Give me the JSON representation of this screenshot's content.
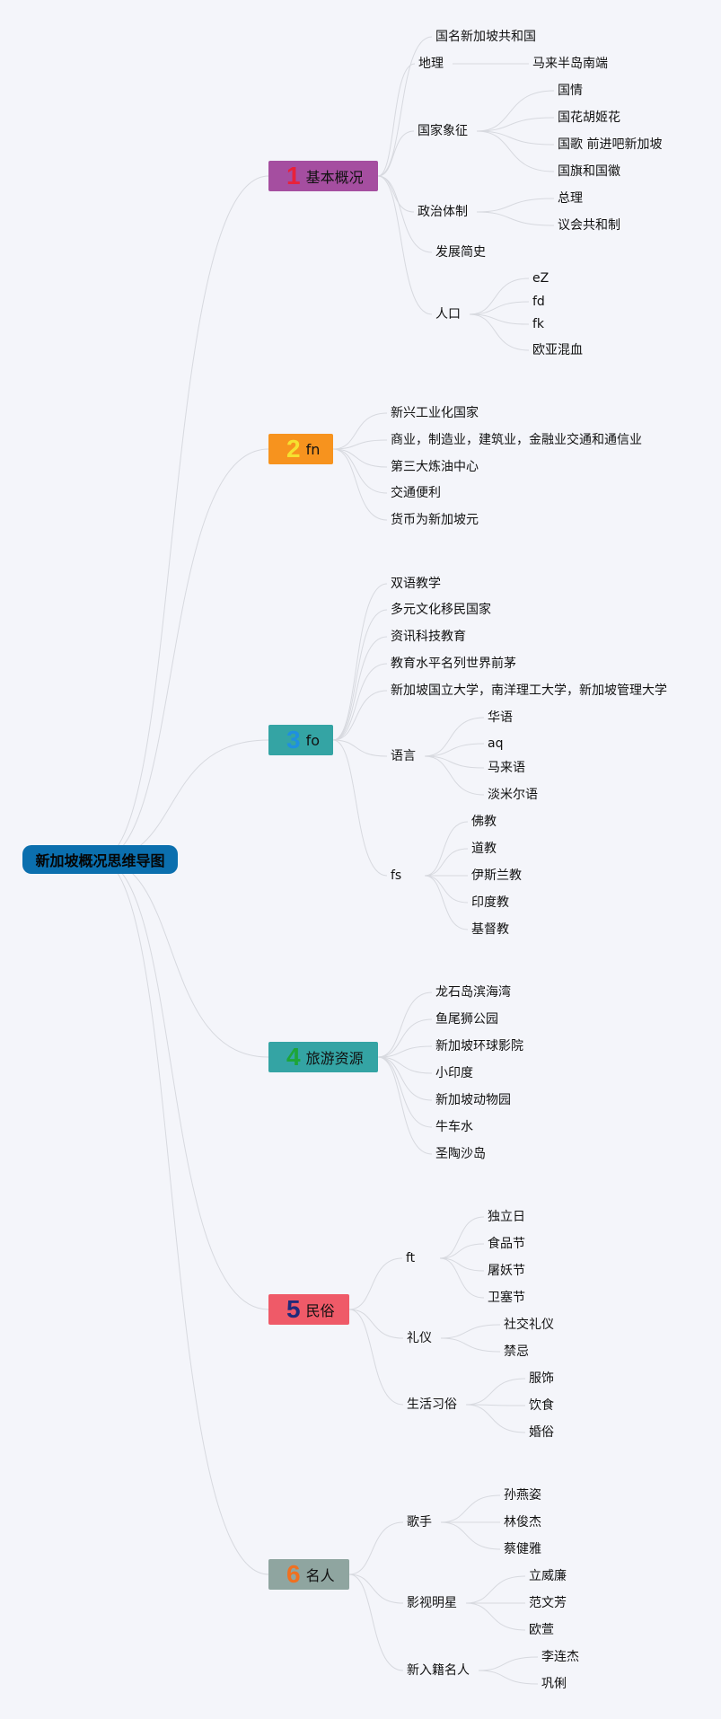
{
  "root": {
    "label": "新加坡概况思维导图",
    "color": "#0b6fae"
  },
  "branches": [
    {
      "number": "1",
      "label": "基本概况",
      "color": "#a54ea0",
      "num_color": "#e8223a",
      "children": [
        {
          "label": "国名新加坡共和国"
        },
        {
          "label": "地理",
          "children": [
            "马来半岛南端"
          ]
        },
        {
          "label": "国家象征",
          "children": [
            "国情",
            "国花胡姬花",
            "国歌 前进吧新加坡",
            "国旗和国徽"
          ]
        },
        {
          "label": "政治体制",
          "children": [
            "总理",
            "议会共和制"
          ]
        },
        {
          "label": "发展简史"
        },
        {
          "label": "人口",
          "children": [
            "eZ",
            "fd",
            "fk",
            "欧亚混血"
          ]
        }
      ]
    },
    {
      "number": "2",
      "label": "fn",
      "color": "#f7931e",
      "num_color": "#f5e130",
      "children": [
        {
          "label": "新兴工业化国家"
        },
        {
          "label": "商业，制造业，建筑业，金融业交通和通信业"
        },
        {
          "label": "第三大炼油中心"
        },
        {
          "label": "交通便利"
        },
        {
          "label": "货币为新加坡元"
        }
      ]
    },
    {
      "number": "3",
      "label": "fo",
      "color": "#34a4a4",
      "num_color": "#1f8fe0",
      "children": [
        {
          "label": "双语教学"
        },
        {
          "label": "多元文化移民国家"
        },
        {
          "label": "资讯科技教育"
        },
        {
          "label": "教育水平名列世界前茅"
        },
        {
          "label": "新加坡国立大学，南洋理工大学，新加坡管理大学"
        },
        {
          "label": "语言",
          "children": [
            "华语",
            "aq",
            "马来语",
            "淡米尔语"
          ]
        },
        {
          "label": "fs",
          "children": [
            "佛教",
            "道教",
            "伊斯兰教",
            "印度教",
            "基督教"
          ]
        }
      ]
    },
    {
      "number": "4",
      "label": "旅游资源",
      "color": "#34a4a4",
      "num_color": "#1da538",
      "children": [
        {
          "label": "龙石岛滨海湾"
        },
        {
          "label": "鱼尾狮公园"
        },
        {
          "label": "新加坡环球影院"
        },
        {
          "label": "小印度"
        },
        {
          "label": "新加坡动物园"
        },
        {
          "label": "牛车水"
        },
        {
          "label": "圣陶沙岛"
        }
      ]
    },
    {
      "number": "5",
      "label": "民俗",
      "color": "#ef5a68",
      "num_color": "#1f2a7a",
      "children": [
        {
          "label": "ft",
          "children": [
            "独立日",
            "食品节",
            "屠妖节",
            "卫塞节"
          ]
        },
        {
          "label": "礼仪",
          "children": [
            "社交礼仪",
            "禁忌"
          ]
        },
        {
          "label": "生活习俗",
          "children": [
            "服饰",
            "饮食",
            "婚俗"
          ]
        }
      ]
    },
    {
      "number": "6",
      "label": "名人",
      "color": "#8fa5a0",
      "num_color": "#f07020",
      "children": [
        {
          "label": "歌手",
          "children": [
            "孙燕姿",
            "林俊杰",
            "蔡健雅"
          ]
        },
        {
          "label": "影视明星",
          "children": [
            "立威廉",
            "范文芳",
            "欧萱"
          ]
        },
        {
          "label": "新入籍名人",
          "children": [
            "李连杰",
            "巩俐"
          ]
        }
      ]
    }
  ]
}
